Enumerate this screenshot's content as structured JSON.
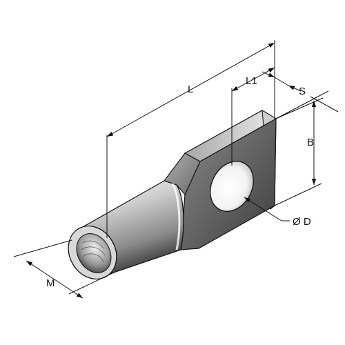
{
  "diagram": {
    "labels": {
      "L": "L",
      "L1": "L1",
      "S": "S",
      "B": "B",
      "D": "Ø D",
      "M": "M"
    },
    "colors": {
      "line": "#111111",
      "metal_dark": "#4a4a4a",
      "metal_mid": "#8c8c8c",
      "metal_light": "#e6e6e6",
      "background": "#ffffff"
    }
  }
}
